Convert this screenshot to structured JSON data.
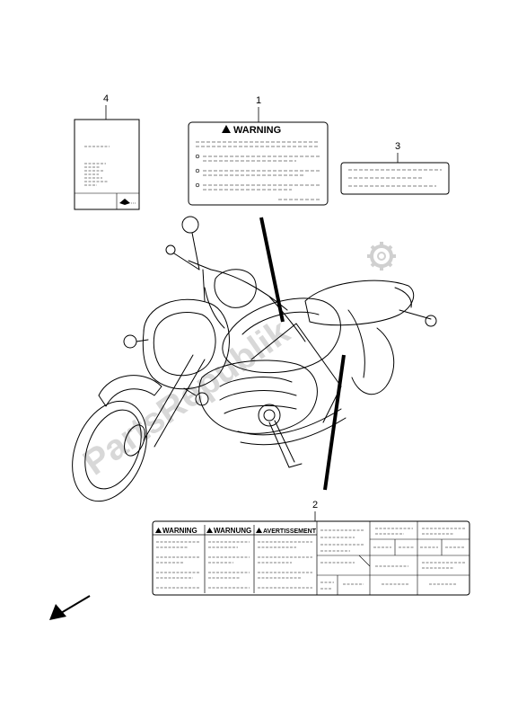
{
  "callouts": {
    "label_1": "1",
    "label_2": "2",
    "label_3": "3",
    "label_4": "4"
  },
  "warning_label": {
    "heading": "WARNING"
  },
  "multilang_label": {
    "col1": "WARNING",
    "col2": "WARNUNG",
    "col3": "AVERTISSEMENT"
  },
  "watermark": "PartsRepublik",
  "colors": {
    "line": "#000000",
    "watermark": "#d8d8d8",
    "background": "#ffffff"
  },
  "icons": [
    "warning-triangle-icon",
    "gear-icon",
    "direction-arrow-icon",
    "book-icon"
  ]
}
